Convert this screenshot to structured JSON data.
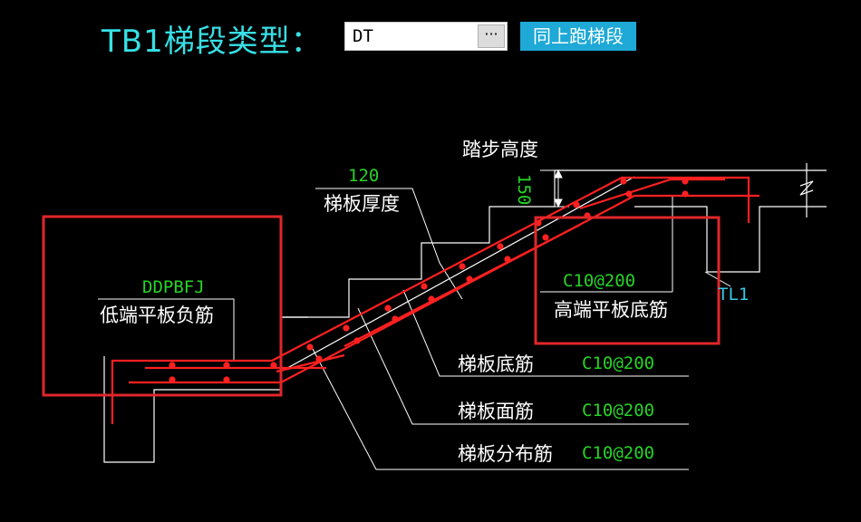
{
  "header": {
    "title": "TB1梯段类型：",
    "type_value": "DT",
    "more_label": "···",
    "same_as_above_label": "同上跑梯段"
  },
  "labels": {
    "step_height": "踏步高度",
    "step_height_value": "150",
    "slab_thickness_value": "120",
    "slab_thickness": "梯板厚度",
    "low_end_code": "DDPBFJ",
    "low_end_label": "低端平板负筋",
    "high_end_value": "C10@200",
    "high_end_label": "高端平板底筋",
    "beam_label": "TL1",
    "bottom_bar_label": "梯板底筋",
    "bottom_bar_value": "C10@200",
    "top_bar_label": "梯板面筋",
    "top_bar_value": "C10@200",
    "dist_bar_label": "梯板分布筋",
    "dist_bar_value": "C10@200"
  },
  "colors": {
    "title": "#37e0e6",
    "rebar": "#ff2020",
    "value": "#26d426",
    "outline": "#ffffff",
    "highlight": "#e0262a",
    "button": "#1ea9d6"
  }
}
